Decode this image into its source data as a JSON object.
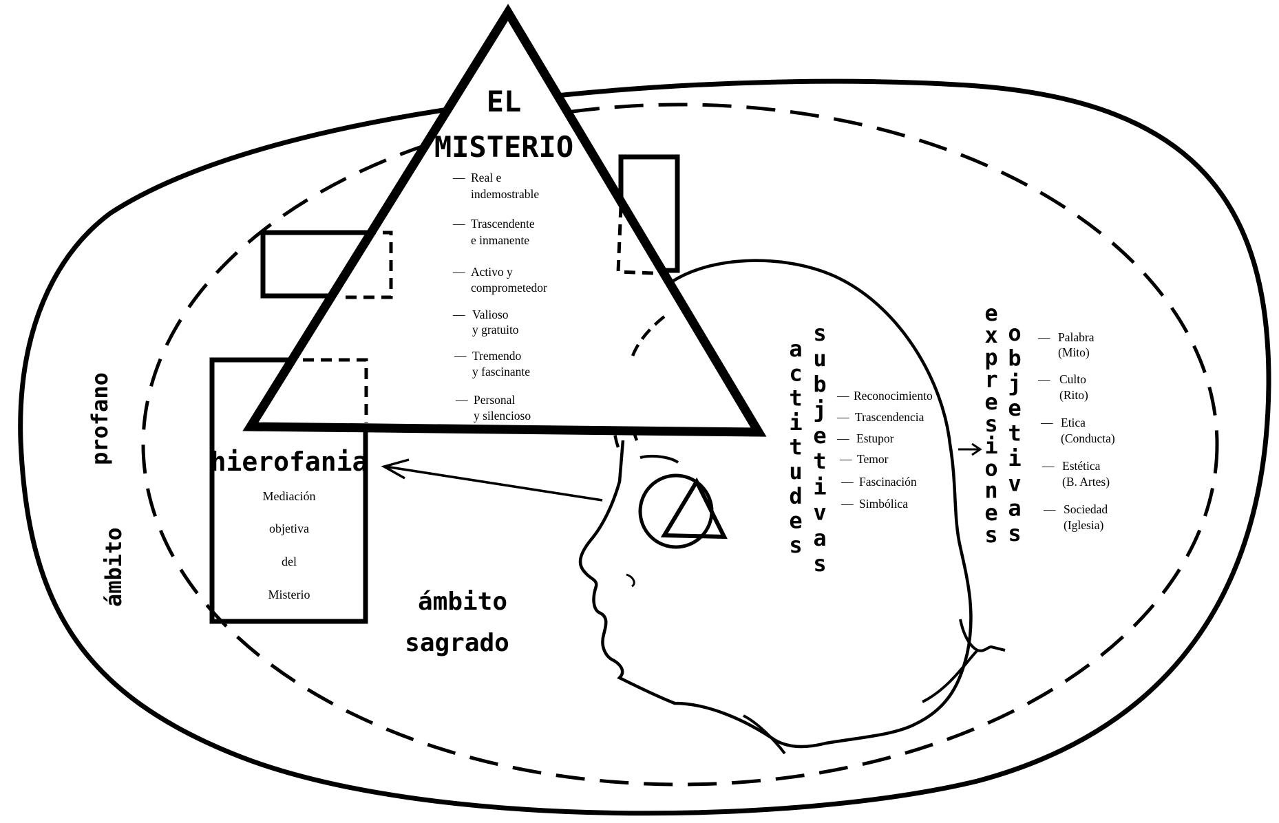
{
  "mystery": {
    "title_line1": "EL",
    "title_line2": "MISTERIO",
    "attributes": [
      [
        "Real e",
        "indemostrable"
      ],
      [
        "Trascendente",
        "e inmanente"
      ],
      [
        "Activo y",
        "comprometedor"
      ],
      [
        "Valioso",
        "y gratuito"
      ],
      [
        "Tremendo",
        "y fascinante"
      ],
      [
        "Personal",
        "y silencioso"
      ]
    ]
  },
  "hierophany": {
    "title": "hierofania",
    "lines": [
      "Mediación",
      "objetiva",
      "del",
      "Misterio"
    ]
  },
  "profane": {
    "line1": "ámbito",
    "line2": "profano"
  },
  "sacred": {
    "line1": "ámbito",
    "line2": "sagrado"
  },
  "attitudes": {
    "label1": "actitudes",
    "label2": "subjetivas",
    "items": [
      "Reconocimiento",
      "Trascendencia",
      "Estupor",
      "Temor",
      "Fascinación",
      "Simbólica"
    ]
  },
  "expressions": {
    "label1": "expresiones",
    "label2": "objetivas",
    "items": [
      [
        "Palabra",
        "(Mito)"
      ],
      [
        "Culto",
        "(Rito)"
      ],
      [
        "Etica",
        "(Conducta)"
      ],
      [
        "Estética",
        "(B. Artes)"
      ],
      [
        "Sociedad",
        "(Iglesia)"
      ]
    ]
  },
  "colors": {
    "ink": "#000000",
    "paper": "#ffffff"
  }
}
